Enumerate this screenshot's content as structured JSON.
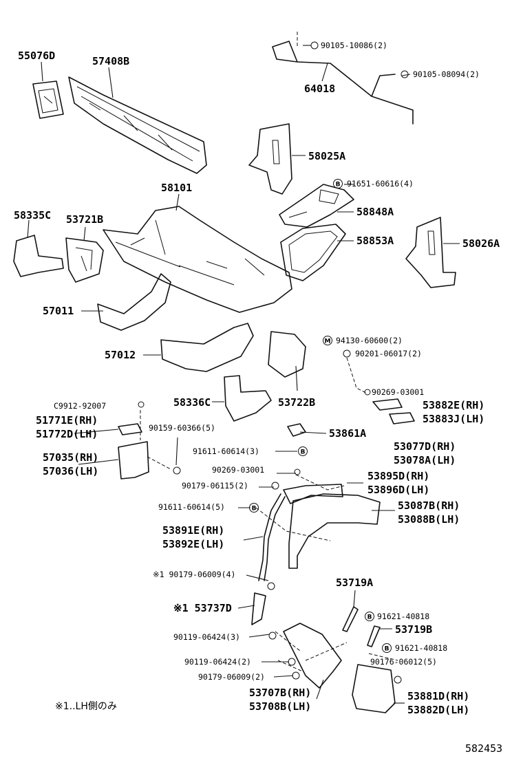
{
  "labels": {
    "l55076D": "55076D",
    "l57408B": "57408B",
    "l90105_10086": "90105-10086(2)",
    "l64018": "64018",
    "l90105_08094": "90105-08094(2)",
    "l58025A": "58025A",
    "l58101": "58101",
    "l91651_60616": "91651-60616(4)",
    "l58335C": "58335C",
    "l53721B": "53721B",
    "l58848A": "58848A",
    "l58853A": "58853A",
    "l58026A": "58026A",
    "l57011": "57011",
    "l94130_60600": "94130-60600(2)",
    "l90201_06017": "90201-06017(2)",
    "l57012": "57012",
    "l58336C": "58336C",
    "l53722B": "53722B",
    "l90269_03001a": "90269-03001",
    "lC9912": "C9912-92007",
    "l53882E": "53882E(RH)",
    "l53883J": "53883J(LH)",
    "l51771E": "51771E(RH)",
    "l51772D": "51772D(LH)",
    "l90159_60366": "90159-60366(5)",
    "l53861A": "53861A",
    "l53077D": "53077D(RH)",
    "l53078A": "53078A(LH)",
    "l57035": "57035(RH)",
    "l57036": "57036(LH)",
    "l91611_60614a": "91611-60614(3)",
    "l90269_03001b": "90269-03001",
    "l53895D": "53895D(RH)",
    "l53896D": "53896D(LH)",
    "l90179_06115": "90179-06115(2)",
    "l91611_60614b": "91611-60614(5)",
    "l53087B": "53087B(RH)",
    "l53088B": "53088B(LH)",
    "l53891E": "53891E(RH)",
    "l53892E": "53892E(LH)",
    "l90179_06009a": "※1 90179-06009(4)",
    "l53719A": "53719A",
    "l53737D": "※1 53737D",
    "l91621_40818a": "91621-40818",
    "l90119_06424a": "90119-06424(3)",
    "l53719B": "53719B",
    "l91621_40818b": "91621-40818",
    "l90119_06424b": "90119-06424(2)",
    "l90176_06012": "90176-06012(5)",
    "l90179_06009b": "90179-06009(2)",
    "l53707B": "53707B(RH)",
    "l53708B": "53708B(LH)",
    "l53881D": "53881D(RH)",
    "l53882D": "53882D(LH)"
  },
  "symbols": {
    "b": "B",
    "m": "M"
  },
  "footnote": "※1..LH側のみ",
  "drawing_number": "582453"
}
